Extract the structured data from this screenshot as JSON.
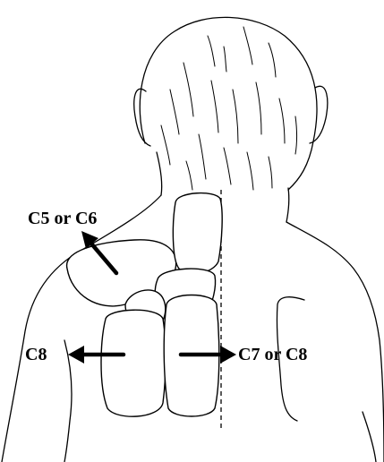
{
  "labels": {
    "c5_or_c6": "C5 or C6",
    "c8": "C8",
    "c7_or_c8": "C7 or C8"
  },
  "colors": {
    "ink": "#000000",
    "background": "#ffffff"
  }
}
